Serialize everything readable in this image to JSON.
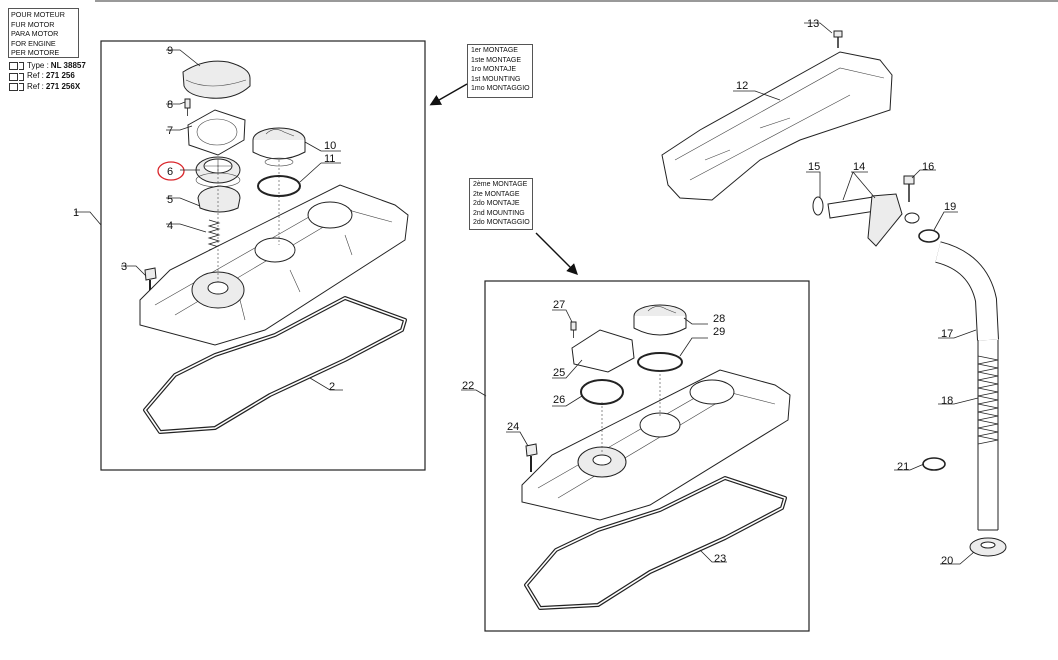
{
  "engine_box": {
    "lines": [
      "POUR MOTEUR",
      "FUR MOTOR",
      "PARA MOTOR",
      "FOR ENGINE",
      "PER MOTORE"
    ]
  },
  "refs": [
    {
      "label": "Type :",
      "value": "NL 38857"
    },
    {
      "label": "Ref :",
      "value": "271 256"
    },
    {
      "label": "Ref :",
      "value": "271 256X"
    }
  ],
  "note_first": [
    "1er MONTAGE",
    "1ste MONTAGE",
    "1ro MONTAJE",
    "1st MOUNTING",
    "1mo MONTAGGIO"
  ],
  "note_second": [
    "2ème MONTAGE",
    "2te MONTAGE",
    "2do MONTAJE",
    "2nd MOUNTING",
    "2do MONTAGGIO"
  ],
  "callouts": {
    "c1": "1",
    "c2": "2",
    "c3": "3",
    "c4": "4",
    "c5": "5",
    "c6": "6",
    "c7": "7",
    "c8": "8",
    "c9": "9",
    "c10": "10",
    "c11": "11",
    "c12": "12",
    "c13": "13",
    "c14": "14",
    "c15": "15",
    "c16": "16",
    "c17": "17",
    "c18": "18",
    "c19": "19",
    "c20": "20",
    "c21": "21",
    "c22": "22",
    "c23": "23",
    "c24": "24",
    "c25": "25",
    "c26": "26",
    "c27": "27",
    "c28": "28",
    "c29": "29"
  },
  "highlight": {
    "part": "6",
    "color": "#d9262b"
  }
}
